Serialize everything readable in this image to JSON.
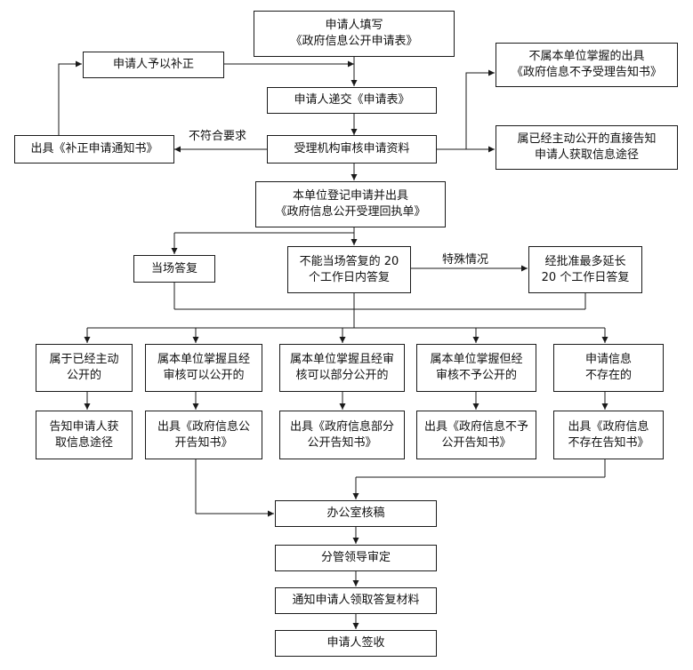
{
  "flow": {
    "fill_form": {
      "line1": "申请人填写",
      "line2": "《政府信息公开申请表》"
    },
    "supplement": "申请人予以补正",
    "submit": "申请人递交《申请表》",
    "not_held": {
      "line1": "不属本单位掌握的出具",
      "line2": "《政府信息不予受理告知书》"
    },
    "correction_notice": "出具《补正申请通知书》",
    "requirement_label": "不符合要求",
    "review": "受理机构审核申请资料",
    "already_public": {
      "line1": "属已经主动公开的直接告知",
      "line2": "申请人获取信息途径"
    },
    "register": {
      "line1": "本单位登记申请并出具",
      "line2": "《政府信息公开受理回执单》"
    },
    "onsite_reply": "当场答复",
    "deadline_reply": {
      "line1": "不能当场答复的 20",
      "line2": "个工作日内答复"
    },
    "special_label": "特殊情况",
    "extension": {
      "line1": "经批准最多延长",
      "line2": "20 个工作日答复"
    },
    "categories": [
      {
        "line1": "属于已经主动",
        "line2": "公开的"
      },
      {
        "line1": "属本单位掌握且经",
        "line2": "审核可以公开的"
      },
      {
        "line1": "属本单位掌握且经审",
        "line2": "核可以部分公开的"
      },
      {
        "line1": "属本单位掌握但经",
        "line2": "审核不予公开的"
      },
      {
        "line1": "申请信息",
        "line2": "不存在的"
      }
    ],
    "outcomes": [
      {
        "line1": "告知申请人获",
        "line2": "取信息途径"
      },
      {
        "line1": "出具《政府信息公",
        "line2": "开告知书》"
      },
      {
        "line1": "出具《政府信息部分",
        "line2": "公开告知书》"
      },
      {
        "line1": "出具《政府信息不予",
        "line2": "公开告知书》"
      },
      {
        "line1": "出具《政府信息",
        "line2": "不存在告知书》"
      }
    ],
    "office_draft": "办公室核稿",
    "leader_review": "分管领导审定",
    "notify_pickup": "通知申请人领取答复材料",
    "applicant_sign": "申请人签收"
  }
}
